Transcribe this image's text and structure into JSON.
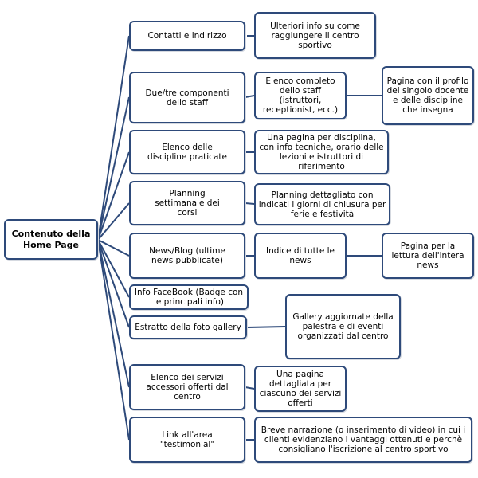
{
  "diagram": {
    "root": "Contenuto della\nHome Page",
    "level1": [
      "Contatti e indirizzo",
      "Due/tre componenti\ndello staff",
      "Elenco delle\ndiscipline praticate",
      "Planning\nsettimanale dei\ncorsi",
      "News/Blog (ultime\nnews pubblicate)",
      "Info FaceBook (Badge con\nle principali info)",
      "Estratto della foto gallery",
      "Elenco dei servizi\naccessori offerti dal\ncentro",
      "Link all'area\n\"testimonial\""
    ],
    "level2": [
      "Ulteriori info su come\nraggiungere il centro\nsportivo",
      "Elenco completo\ndello staff\n(istruttori,\nreceptionist, ecc.)",
      "Una pagina per disciplina,\ncon info tecniche, orario delle\nlezioni e istruttori di\nriferimento",
      "Planning  dettagliato con\nindicati i  giorni di chiusura per\nferie e festività",
      "Indice di tutte le\nnews",
      "Gallery aggiornate della\npalestra e di eventi\norganizzati dal centro",
      "Una pagina\ndettagliata per\nciascuno dei servizi\nofferti",
      "Breve narrazione (o inserimento di video) in cui i\nclienti evidenziano i vantaggi ottenuti e perchè\nconsigliano l'iscrizione al centro sportivo"
    ],
    "level3": [
      "Pagina con il profilo\ndel singolo docente\ne delle discipline\nche insegna",
      "Pagina per la\nlettura dell'intera\nnews"
    ],
    "colors": {
      "border": "#2e4a7a",
      "connector": "#2e4a7a"
    }
  }
}
